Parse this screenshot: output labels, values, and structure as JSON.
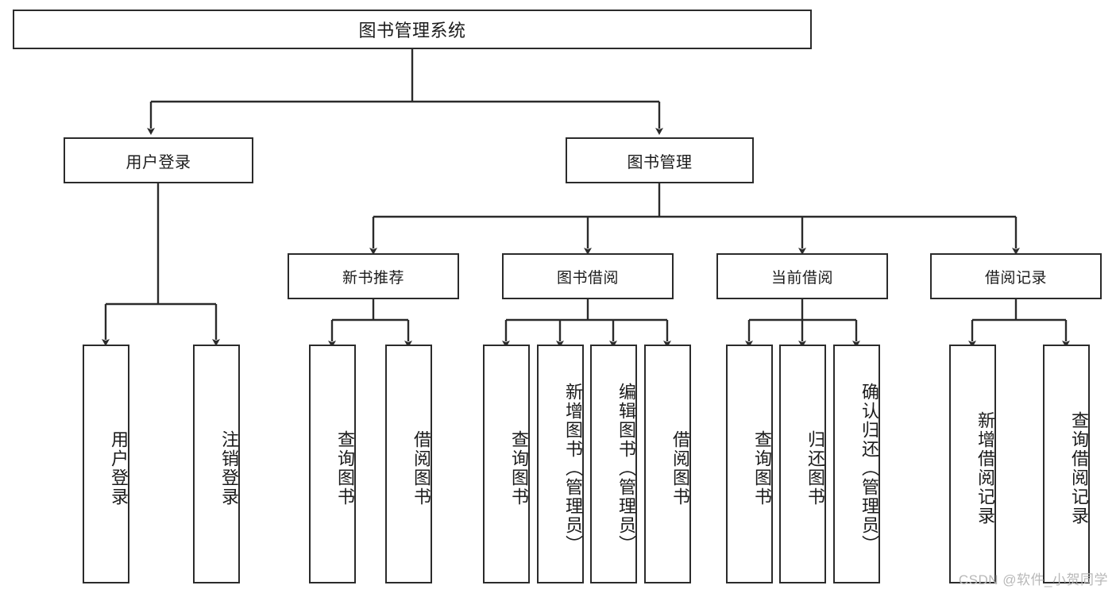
{
  "diagram": {
    "type": "tree-hierarchy",
    "title": "图书管理系统",
    "root": {
      "label": "图书管理系统"
    },
    "level2": [
      {
        "label": "用户登录"
      },
      {
        "label": "图书管理"
      }
    ],
    "level3": [
      {
        "label": "新书推荐"
      },
      {
        "label": "图书借阅"
      },
      {
        "label": "当前借阅"
      },
      {
        "label": "借阅记录"
      }
    ],
    "leaves": {
      "user_login": [
        {
          "label": "用户登录"
        },
        {
          "label": "注销登录"
        }
      ],
      "new_book_recommend": [
        {
          "label": "查询图书"
        },
        {
          "label": "借阅图书"
        }
      ],
      "book_borrow": [
        {
          "label": "查询图书"
        },
        {
          "label": "新增图书（管理员）"
        },
        {
          "label": "编辑图书（管理员）"
        },
        {
          "label": "借阅图书"
        }
      ],
      "current_borrow": [
        {
          "label": "查询图书"
        },
        {
          "label": "归还图书"
        },
        {
          "label": "确认归还（管理员）"
        }
      ],
      "borrow_record": [
        {
          "label": "新增借阅记录"
        },
        {
          "label": "查询借阅记录"
        }
      ]
    }
  },
  "watermark": {
    "text": "CSDN @软件_小贺同学"
  },
  "colors": {
    "border": "#2b2b2b",
    "background": "#ffffff",
    "text": "#1b1b1b",
    "watermark": "#b8b8b8"
  }
}
